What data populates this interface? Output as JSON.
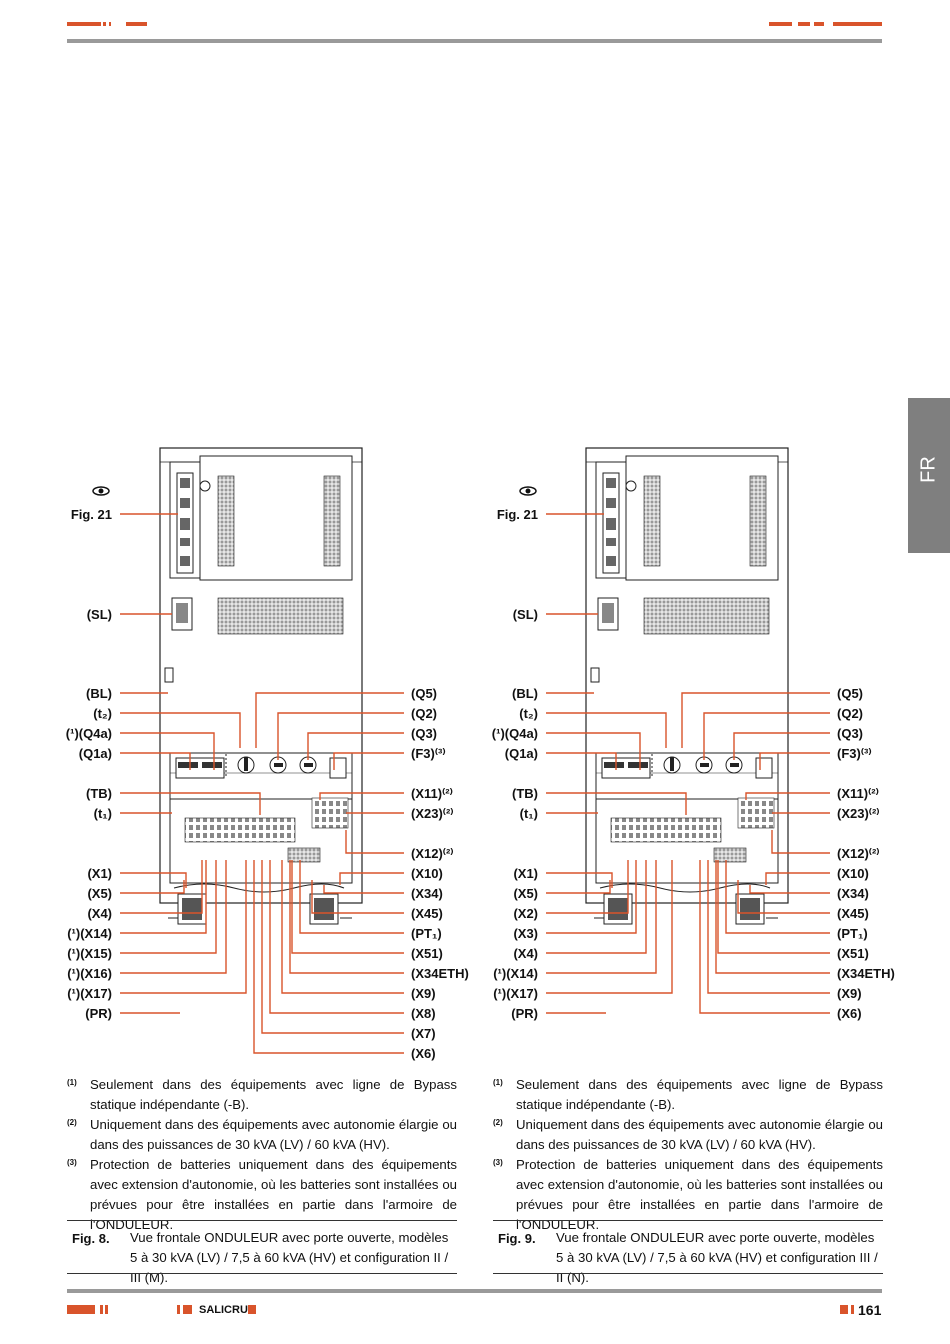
{
  "side_tab": "FR",
  "page_number": "161",
  "brand": "SALICRU",
  "figures": [
    {
      "id": "left",
      "labels_left": [
        "Fig. 21",
        "(SL)",
        "(BL)",
        "(t₂)",
        "(¹)(Q4a)",
        "(Q1a)",
        "(TB)",
        "(t₁)",
        "(X1)",
        "(X5)",
        "(X4)",
        "(¹)(X14)",
        "(¹)(X15)",
        "(¹)(X16)",
        "(¹)(X17)",
        "(PR)"
      ],
      "labels_right": [
        "(Q5)",
        "(Q2)",
        "(Q3)",
        "(F3)⁽³⁾",
        "(X11)⁽²⁾",
        "(X23)⁽²⁾",
        "(X12)⁽²⁾",
        "(X10)",
        "(X34)",
        "(X45)",
        "(PT₁)",
        "(X51)",
        "(X34ETH)",
        "(X9)",
        "(X8)",
        "(X7)",
        "(X6)"
      ]
    },
    {
      "id": "right",
      "labels_left": [
        "Fig. 21",
        "(SL)",
        "(BL)",
        "(t₂)",
        "(¹)(Q4a)",
        "(Q1a)",
        "(TB)",
        "(t₁)",
        "(X1)",
        "(X5)",
        "(X2)",
        "(X3)",
        "(X4)",
        "(¹)(X14)",
        "(¹)(X17)",
        "(PR)"
      ],
      "labels_right": [
        "(Q5)",
        "(Q2)",
        "(Q3)",
        "(F3)⁽³⁾",
        "(X11)⁽²⁾",
        "(X23)⁽²⁾",
        "(X12)⁽²⁾",
        "(X10)",
        "(X34)",
        "(X45)",
        "(PT₁)",
        "(X51)",
        "(X34ETH)",
        "(X9)",
        "(X6)"
      ]
    }
  ],
  "notes": [
    {
      "mark": "(1)",
      "text": "Seulement dans des équipements avec ligne de Bypass statique indépendante (-B)."
    },
    {
      "mark": "(2)",
      "text": "Uniquement dans des équipements avec autonomie élargie ou dans des puissances de 30 kVA (LV) / 60 kVA (HV)."
    },
    {
      "mark": "(3)",
      "text": "Protection de batteries uniquement dans des équipements avec extension d'autonomie, où les batteries sont installées ou prévues pour être installées en partie dans l'armoire de l'ONDULEUR."
    }
  ],
  "captions": [
    {
      "fig": "Fig. 8.",
      "text": "Vue frontale ONDULEUR avec porte ouverte, modèles 5 à 30 kVA (LV) / 7,5 à 60 kVA (HV) et configuration II / III (M)."
    },
    {
      "fig": "Fig. 9.",
      "text": "Vue frontale ONDULEUR avec porte ouverte, modèles 5 à 30 kVA (LV) / 7,5 à 60 kVA (HV) et configuration III / II (N)."
    }
  ]
}
